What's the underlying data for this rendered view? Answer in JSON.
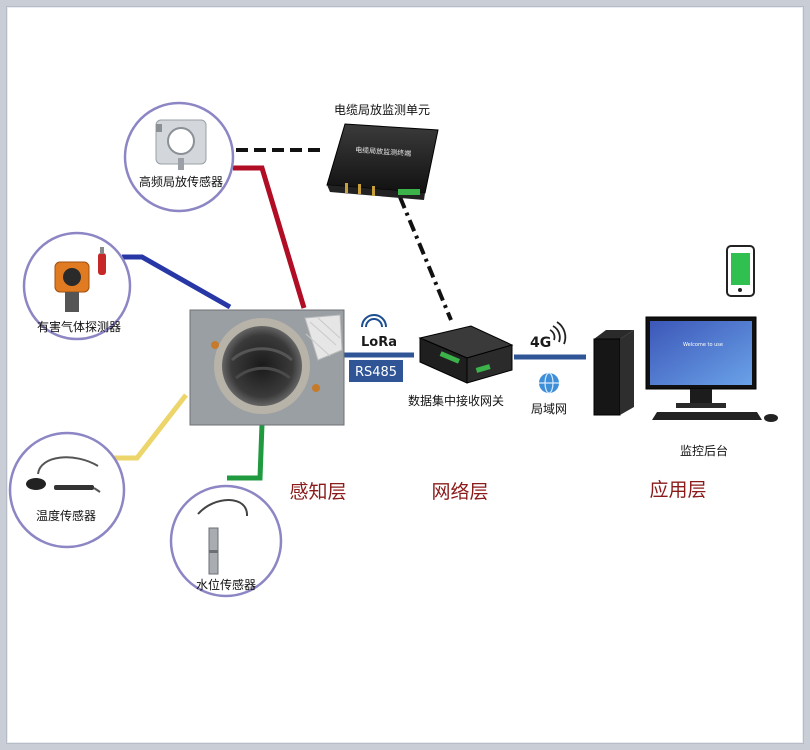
{
  "sensors": {
    "hf_pd": "高频局放传感器",
    "gas": "有害气体探测器",
    "temp": "温度传感器",
    "water": "水位传感器"
  },
  "monitor_unit": {
    "title": "电缆局放监测单元",
    "device_text": "电缆局放监测终端"
  },
  "network": {
    "lora": "LoRa",
    "rs485": "RS485",
    "cellular": "4G",
    "lan": "局域网"
  },
  "gateway": {
    "label": "数据集中接收网关"
  },
  "backend": {
    "label": "监控后台",
    "screen_text": "Welcome to use"
  },
  "layers": {
    "perception": "感知层",
    "network": "网络层",
    "application": "应用层"
  },
  "colors": {
    "hf_line": "#b10d25",
    "gas_line": "#2737a6",
    "temp_line": "#ecd56a",
    "water_line": "#1f9a3f",
    "net_line": "#2f5597",
    "circle_border": "#8c86c4",
    "layer_text": "#8b1a1a"
  }
}
